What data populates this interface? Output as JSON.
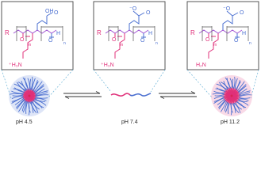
{
  "panels": [
    {
      "id": "left",
      "r_label": "R",
      "oh_label": "OH",
      "o_label": "O",
      "h_label": "H",
      "m_label": "m",
      "n_label": "n",
      "amine_label": "⁺H₃N",
      "ph_label": "pH 4.5"
    },
    {
      "id": "middle",
      "r_label": "R",
      "anion_label": "⁻O",
      "o_label": "O",
      "h_label": "H",
      "m_label": "m",
      "n_label": "n",
      "amine_label": "⁺H₃N",
      "ph_label": "pH 7.4"
    },
    {
      "id": "right",
      "r_label": "R",
      "anion_label": "⁻O",
      "o_label": "O",
      "h_label": "H",
      "m_label": "m",
      "n_label": "n",
      "amine_label": "H₂N",
      "ph_label": "pH 11.2"
    }
  ],
  "colors": {
    "pink": "#e0307a",
    "blue": "#4a6fd0",
    "lilac": "#8a5fd8",
    "frame": "#444444",
    "dashed": "#6ab2d6",
    "arrows": "#333333"
  }
}
